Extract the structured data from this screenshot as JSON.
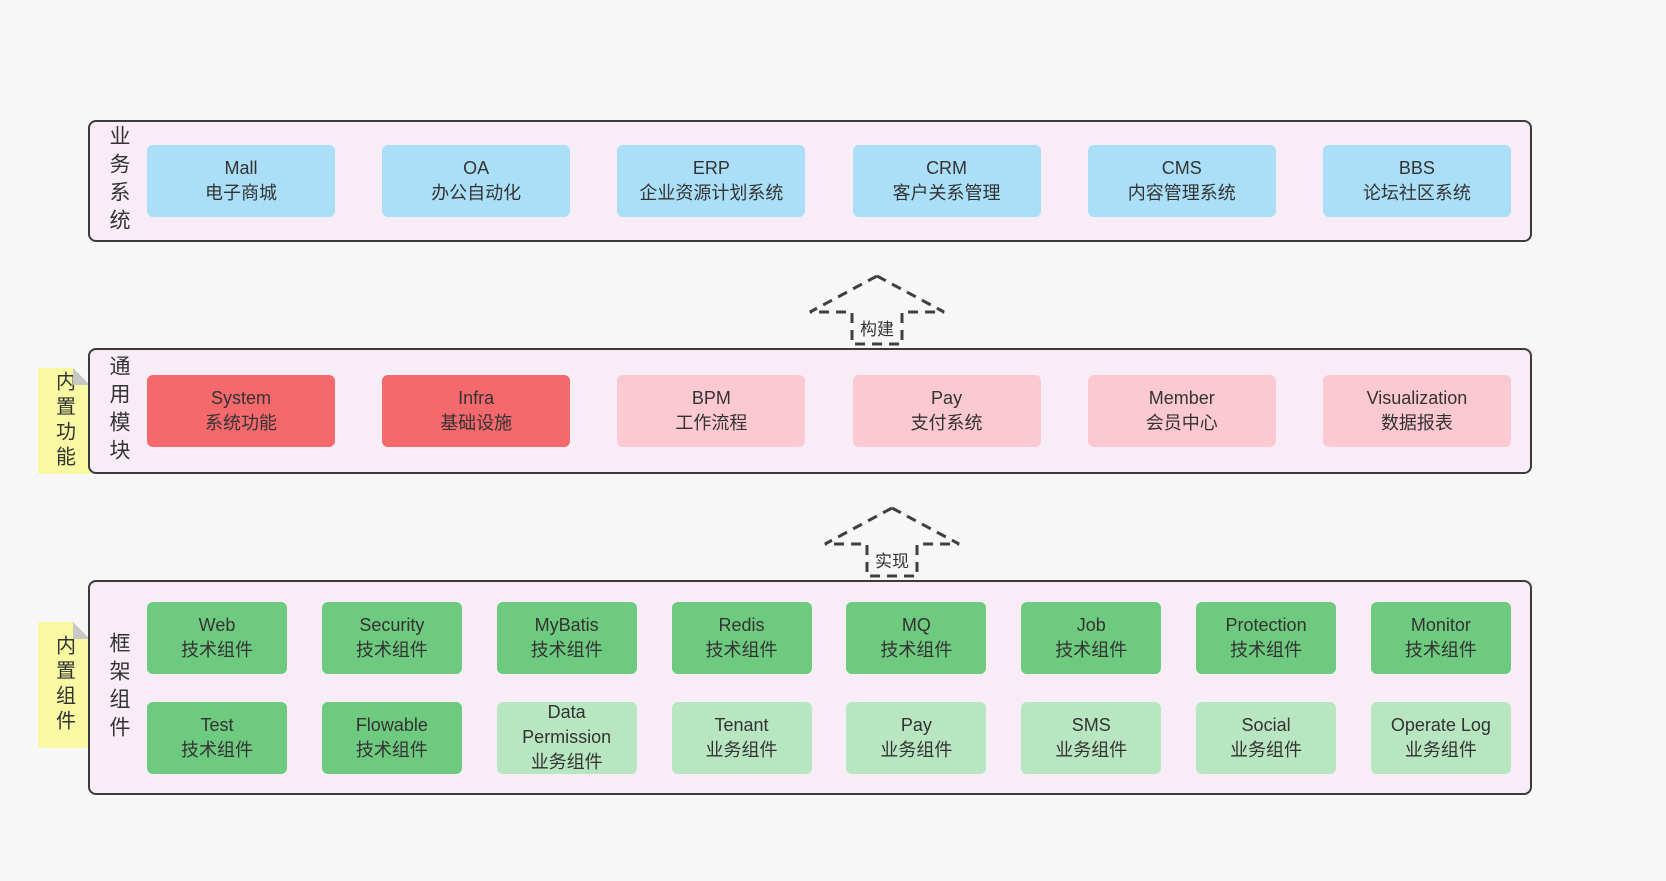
{
  "colors": {
    "page_bg": "#f7f7f7",
    "band_bg": "#f8edf6",
    "band_border": "#3b3b3b",
    "blue_box": "#abdff8",
    "red_box": "#f5696d",
    "pink_box": "#fcc8d1",
    "green_box": "#6eca7e",
    "green_light_box": "#b7e6c0",
    "sticky_yellow": "#f9f9a3",
    "fold_gray": "#c7c7c7",
    "text": "#333333",
    "arrow": "#3f3f3f"
  },
  "arrows": [
    {
      "label": "构建"
    },
    {
      "label": "实现"
    }
  ],
  "bands": [
    {
      "side_label": "业务系统",
      "rows": [
        [
          {
            "title": "Mall",
            "subtitle": "电子商城"
          },
          {
            "title": "OA",
            "subtitle": "办公自动化"
          },
          {
            "title": "ERP",
            "subtitle": "企业资源计划系统"
          },
          {
            "title": "CRM",
            "subtitle": "客户关系管理"
          },
          {
            "title": "CMS",
            "subtitle": "内容管理系统"
          },
          {
            "title": "BBS",
            "subtitle": "论坛社区系统"
          }
        ]
      ]
    },
    {
      "side_label": "通用模块",
      "sticky": "内置功能",
      "rows": [
        [
          {
            "title": "System",
            "subtitle": "系统功能"
          },
          {
            "title": "Infra",
            "subtitle": "基础设施"
          },
          {
            "title": "BPM",
            "subtitle": "工作流程"
          },
          {
            "title": "Pay",
            "subtitle": "支付系统"
          },
          {
            "title": "Member",
            "subtitle": "会员中心"
          },
          {
            "title": "Visualization",
            "subtitle": "数据报表"
          }
        ]
      ]
    },
    {
      "side_label": "框架组件",
      "sticky": "内置组件",
      "rows": [
        [
          {
            "title": "Web",
            "subtitle": "技术组件"
          },
          {
            "title": "Security",
            "subtitle": "技术组件"
          },
          {
            "title": "MyBatis",
            "subtitle": "技术组件"
          },
          {
            "title": "Redis",
            "subtitle": "技术组件"
          },
          {
            "title": "MQ",
            "subtitle": "技术组件"
          },
          {
            "title": "Job",
            "subtitle": "技术组件"
          },
          {
            "title": "Protection",
            "subtitle": "技术组件"
          },
          {
            "title": "Monitor",
            "subtitle": "技术组件"
          }
        ],
        [
          {
            "title": "Test",
            "subtitle": "技术组件"
          },
          {
            "title": "Flowable",
            "subtitle": "技术组件"
          },
          {
            "title": "Data Permission",
            "subtitle": "业务组件"
          },
          {
            "title": "Tenant",
            "subtitle": "业务组件"
          },
          {
            "title": "Pay",
            "subtitle": "业务组件"
          },
          {
            "title": "SMS",
            "subtitle": "业务组件"
          },
          {
            "title": "Social",
            "subtitle": "业务组件"
          },
          {
            "title": "Operate Log",
            "subtitle": "业务组件"
          }
        ]
      ]
    }
  ]
}
